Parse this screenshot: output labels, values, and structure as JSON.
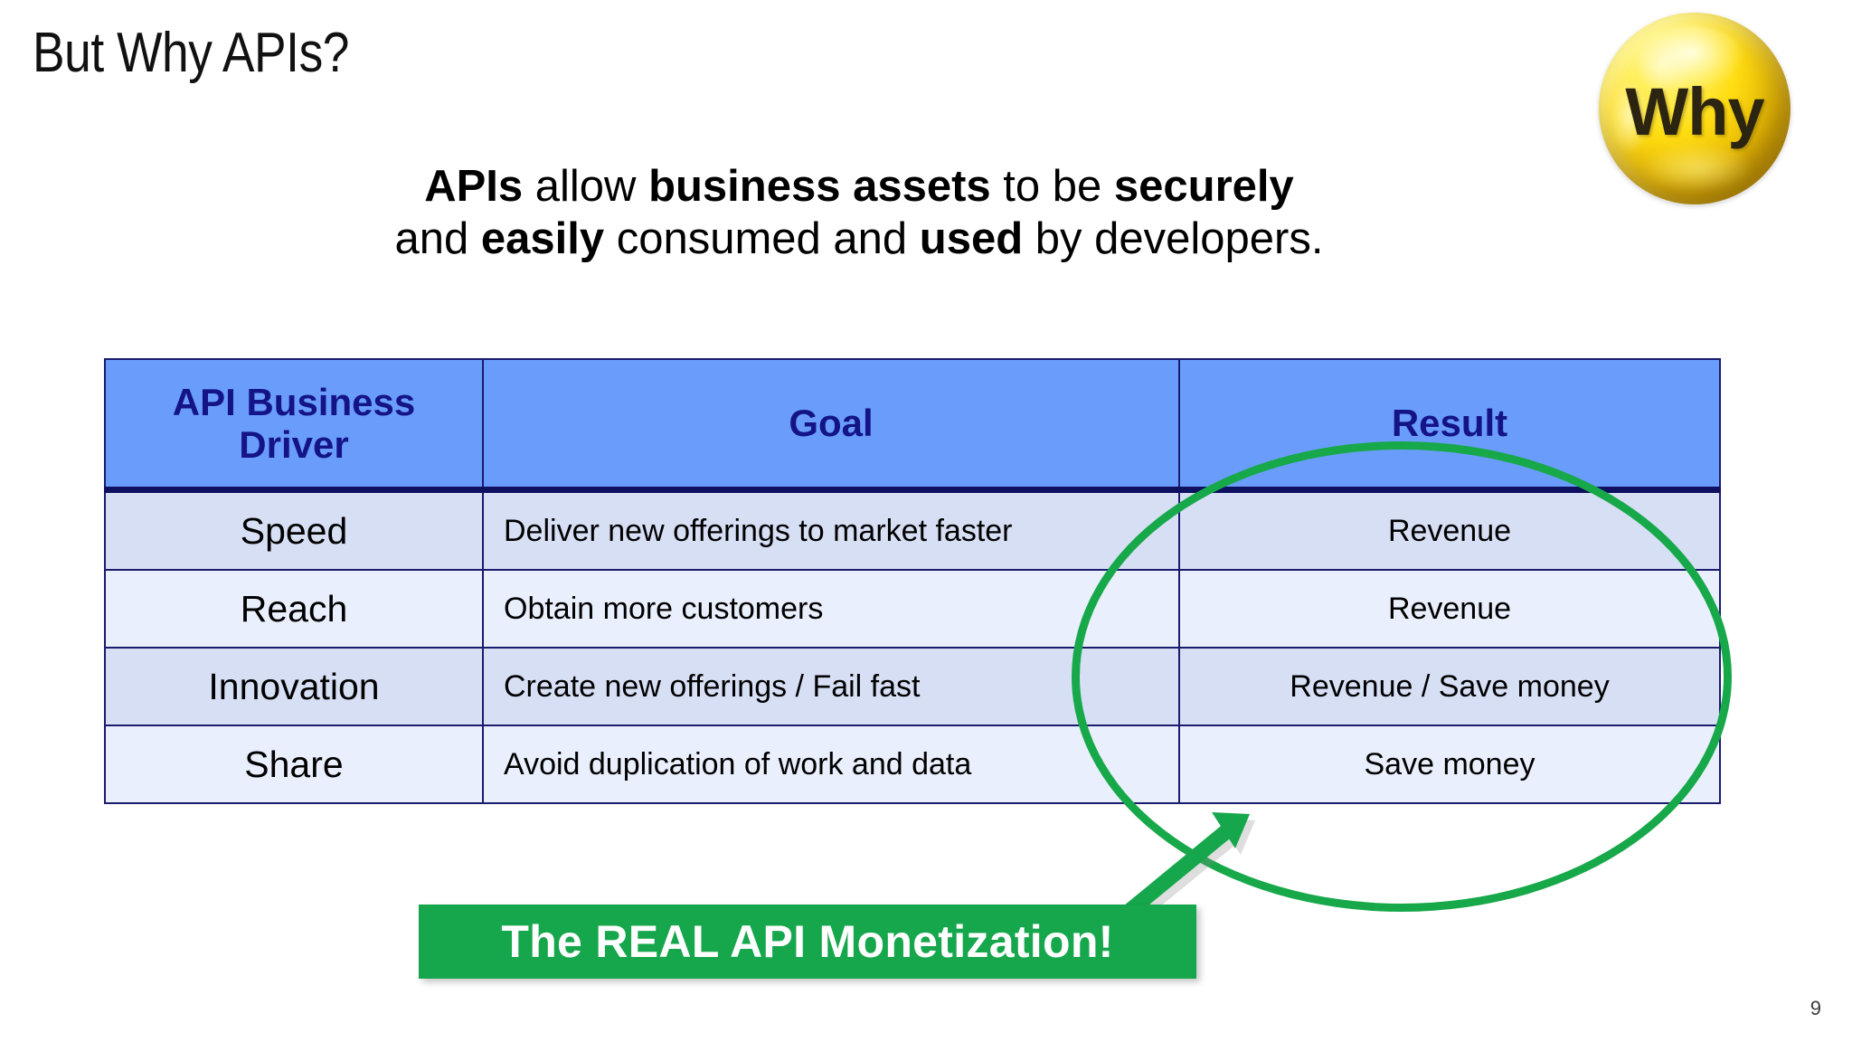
{
  "slide": {
    "title": "But Why APIs?",
    "number": "9",
    "badge": {
      "label": "Why",
      "icon": "yellow-sphere"
    },
    "subtitle": {
      "line1_parts": [
        {
          "text": "APIs",
          "bold": true
        },
        {
          "text": " allow ",
          "bold": false
        },
        {
          "text": "business assets",
          "bold": true
        },
        {
          "text": " to be ",
          "bold": false
        },
        {
          "text": "securely",
          "bold": true
        }
      ],
      "line2_parts": [
        {
          "text": "and ",
          "bold": false
        },
        {
          "text": "easily",
          "bold": true
        },
        {
          "text": " consumed and ",
          "bold": false
        },
        {
          "text": "used",
          "bold": true
        },
        {
          "text": " by developers.",
          "bold": false
        }
      ],
      "plain_text": "APIs allow business assets to be securely and easily consumed and used by developers."
    }
  },
  "table": {
    "headers": [
      "API Business Driver",
      "Goal",
      "Result"
    ],
    "rows": [
      {
        "driver": "Speed",
        "goal": "Deliver new offerings to market faster",
        "result": "Revenue"
      },
      {
        "driver": "Reach",
        "goal": "Obtain more customers",
        "result": "Revenue"
      },
      {
        "driver": "Innovation",
        "goal": "Create new offerings / Fail fast",
        "result": "Revenue / Save money"
      },
      {
        "driver": "Share",
        "goal": "Avoid duplication of work and data",
        "result": "Save money"
      }
    ]
  },
  "callout": {
    "banner_text": "The REAL API Monetization!",
    "highlight_target": "Result column"
  },
  "colors": {
    "header_blue": "#6a9dfb",
    "header_text_navy": "#141488",
    "border_navy": "#1b1b6e",
    "row_odd": "#d7dff5",
    "row_even": "#e9effc",
    "accent_green": "#16a74c",
    "ellipse_green": "#17a84a",
    "badge_yellow": "#ffdd12",
    "banner_text": "#ffffff"
  }
}
